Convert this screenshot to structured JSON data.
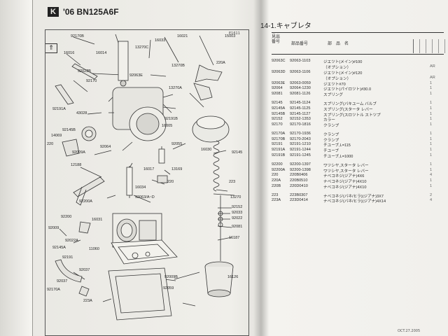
{
  "header": {
    "logo_text": "K",
    "model_title": "'06 BN125A6F"
  },
  "section": {
    "title": "14-1.キャブレタ",
    "col_ref": "見出\n番号",
    "col_partno": "部品番号",
    "col_name": "部　品　名"
  },
  "diagram": {
    "frame_code": "E1611",
    "callouts": [
      {
        "text": "92170B"
      },
      {
        "text": "16014"
      },
      {
        "text": "13270C"
      },
      {
        "text": "16033"
      },
      {
        "text": "16021"
      },
      {
        "text": "15003"
      },
      {
        "text": "16016"
      },
      {
        "text": "92022B"
      },
      {
        "text": "92063E"
      },
      {
        "text": "13270B"
      },
      {
        "text": "220A"
      },
      {
        "text": "92170"
      },
      {
        "text": "92191A"
      },
      {
        "text": "43028"
      },
      {
        "text": "13270A"
      },
      {
        "text": "92191B"
      },
      {
        "text": "16005"
      },
      {
        "text": "92145B"
      },
      {
        "text": "14069"
      },
      {
        "text": "92055"
      },
      {
        "text": "92064"
      },
      {
        "text": "220"
      },
      {
        "text": "92009A"
      },
      {
        "text": "16030"
      },
      {
        "text": "92145"
      },
      {
        "text": "12188"
      },
      {
        "text": "16017"
      },
      {
        "text": "13169"
      },
      {
        "text": "220"
      },
      {
        "text": "16034"
      },
      {
        "text": "92200A"
      },
      {
        "text": "223"
      },
      {
        "text": "13270"
      },
      {
        "text": "92063/A~D"
      },
      {
        "text": "92200"
      },
      {
        "text": "92152"
      },
      {
        "text": "16031"
      },
      {
        "text": "92033"
      },
      {
        "text": "92022"
      },
      {
        "text": "92009"
      },
      {
        "text": "92081"
      },
      {
        "text": "92022A"
      },
      {
        "text": "92145A"
      },
      {
        "text": "16187"
      },
      {
        "text": "11060"
      },
      {
        "text": "92191"
      },
      {
        "text": "92037"
      },
      {
        "text": "92009B"
      },
      {
        "text": "16126"
      },
      {
        "text": "92037"
      },
      {
        "text": "92059"
      },
      {
        "text": "92170A"
      },
      {
        "text": "223A"
      }
    ]
  },
  "parts": [
    {
      "ref": "92063C",
      "num": "92063-1103",
      "name": "ジエツト(メイン)#100",
      "qty": ""
    },
    {
      "ref": "",
      "num": "",
      "name": "（オプション）",
      "qty": "AR"
    },
    {
      "ref": "92063D",
      "num": "92063-1106",
      "name": "ジエツト(メイン)#120",
      "qty": ""
    },
    {
      "ref": "",
      "num": "",
      "name": "（オプション）",
      "qty": "AR"
    },
    {
      "ref": "92063E",
      "num": "92063-0059",
      "name": "ジエツト#70",
      "qty": "1"
    },
    {
      "ref": "92064",
      "num": "92064-1230",
      "name": "ジエツト(パイロツト)#30.0",
      "qty": "1"
    },
    {
      "ref": "92081",
      "num": "92081-1126",
      "name": "スプリング",
      "qty": "1"
    },
    {
      "ref": "",
      "num": "",
      "name": "",
      "qty": "",
      "gap": true
    },
    {
      "ref": "92145",
      "num": "92145-1124",
      "name": "スプリング(バキユーム バルブ",
      "qty": "1"
    },
    {
      "ref": "92145A",
      "num": "92145-1125",
      "name": "スプリング(スタータ レバー",
      "qty": "1"
    },
    {
      "ref": "92145B",
      "num": "92145-1127",
      "name": "スプリング(スロツトル ストツプ",
      "qty": "1"
    },
    {
      "ref": "92152",
      "num": "92152-1353",
      "name": "カラー",
      "qty": "1"
    },
    {
      "ref": "92170",
      "num": "92170-1816",
      "name": "クランプ",
      "qty": "1"
    },
    {
      "ref": "",
      "num": "",
      "name": "",
      "qty": "",
      "gap": true
    },
    {
      "ref": "92170A",
      "num": "92170-1936",
      "name": "クランプ",
      "qty": "1"
    },
    {
      "ref": "92170B",
      "num": "92170-2043",
      "name": "クランプ",
      "qty": "1"
    },
    {
      "ref": "92191",
      "num": "92191-1210",
      "name": "チユーブ,L=115",
      "qty": "1"
    },
    {
      "ref": "92191A",
      "num": "92191-1244",
      "name": "チユーブ",
      "qty": "1"
    },
    {
      "ref": "92191B",
      "num": "92191-1245",
      "name": "チユーブ,L=1000",
      "qty": "1"
    },
    {
      "ref": "",
      "num": "",
      "name": "",
      "qty": "",
      "gap": true
    },
    {
      "ref": "92200",
      "num": "92200-1397",
      "name": "ワツシヤ,スタータ レバー",
      "qty": "1"
    },
    {
      "ref": "92200A",
      "num": "92200-1398",
      "name": "ワツシヤ,スタータ レバー",
      "qty": "1"
    },
    {
      "ref": "220",
      "num": "220B0406",
      "name": "ナベコネジ(ジアナ)4X6",
      "qty": "4"
    },
    {
      "ref": "220A",
      "num": "220B0510",
      "name": "ナベコネジ(ジアナ)4X10",
      "qty": "1"
    },
    {
      "ref": "220B",
      "num": "220D0410",
      "name": "ナベコネジ(ジアナ)4X10",
      "qty": "1"
    },
    {
      "ref": "",
      "num": "",
      "name": "",
      "qty": "",
      "gap": true
    },
    {
      "ref": "223",
      "num": "223B0307",
      "name": "ナベコネジ(バネ/ヒラ)(ジアナ)3X7",
      "qty": "2"
    },
    {
      "ref": "223A",
      "num": "223D0414",
      "name": "ナベコネジ(バネ/ヒラ)(ジアナ)4X14",
      "qty": "4"
    }
  ],
  "footer": {
    "date": "OCT.27.2005"
  }
}
